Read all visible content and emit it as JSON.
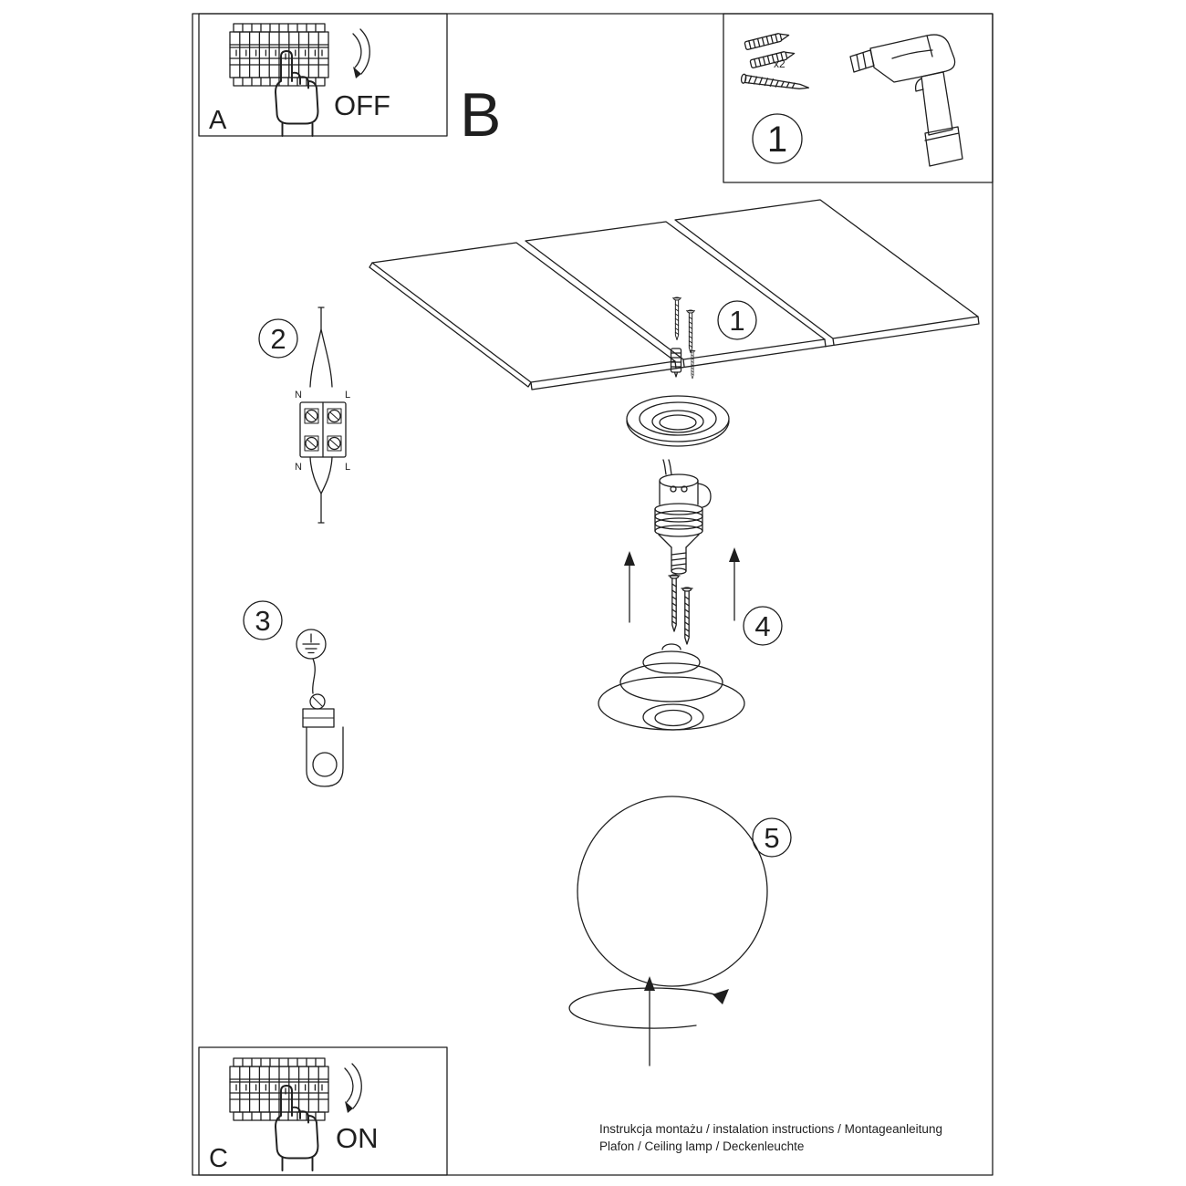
{
  "panel_a": {
    "label": "A",
    "action": "OFF"
  },
  "panel_b": {
    "label": "B"
  },
  "panel_c": {
    "label": "C",
    "action": "ON"
  },
  "tools_box": {
    "step": "1",
    "anchor_qty": "x2"
  },
  "steps": {
    "s1": "1",
    "s2": "2",
    "s3": "3",
    "s4": "4",
    "s5": "5"
  },
  "wiring": {
    "n_top": "N",
    "l_top": "L",
    "n_bottom": "N",
    "l_bottom": "L"
  },
  "footer": {
    "line1": "Instrukcja montażu / instalation instructions / Montageanleitung",
    "line2": "Plafon / Ceiling lamp / Deckenleuchte"
  }
}
